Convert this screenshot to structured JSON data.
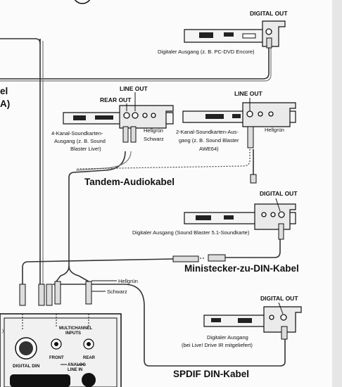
{
  "labels": {
    "digital_out_top": "DIGITAL OUT",
    "digital_out_top_caption": "Digitaler Ausgang (z. B. PC-DVD Encore)",
    "left_edge_el": "el",
    "left_edge_a": "A)",
    "rear_out": "REAR OUT",
    "line_out_left": "LINE OUT",
    "line_out_right": "LINE OUT",
    "card4_caption_1": "4-Kanal-Soundkarten-",
    "card4_caption_2": "Ausgang (z. B. Sound",
    "card4_caption_3": "Blaster Live!)",
    "hellgruen_1": "Hellgrün",
    "schwarz_1": "Schwarz",
    "card2_caption_1": "2-Kanal-Soundkarten-Aus-",
    "card2_caption_2": "gang (z. B. Sound Blaster",
    "card2_caption_3": "AWE64)",
    "hellgruen_2": "Hellgrün",
    "tandem_cable": "Tandem-Audiokabel",
    "digital_out_mid": "DIGITAL OUT",
    "digital_out_mid_caption": "Digitaler Ausgang (Sound Blaster 5.1-Soundkarte)",
    "ministecker_cable": "Ministecker-zu-DIN-Kabel",
    "hellgruen_3": "Hellgrün",
    "schwarz_3": "Schwarz",
    "multichannel_inputs_1": "MULTICHANNEL",
    "multichannel_inputs_2": "INPUTS",
    "front": "FRONT",
    "rear": "REAR",
    "analog_line_in_1": "ANALOG",
    "analog_line_in_2": "LINE IN",
    "digital_din": "DIGITAL DIN",
    "digital_out_bottom": "DIGITAL OUT",
    "digital_out_bottom_caption_1": "Digitaler Ausgang",
    "digital_out_bottom_caption_2": "(bei Live! Drive IR mitgeliefert)",
    "spdif_cable": "SPDIF DIN-Kabel"
  }
}
